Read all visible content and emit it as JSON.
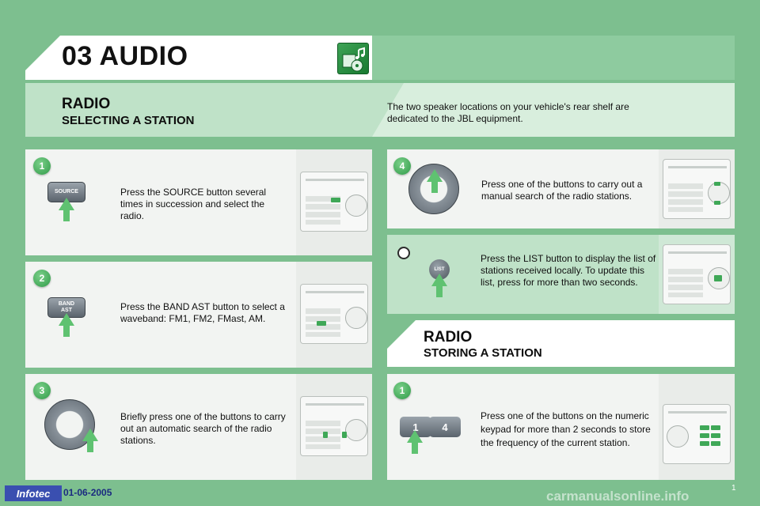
{
  "header": {
    "title": "03 AUDIO",
    "icon": "music-icon"
  },
  "section_selecting": {
    "heading": "RADIO",
    "subheading": "SELECTING A STATION",
    "note": "The two speaker locations on your vehicle's rear shelf are dedicated to the JBL equipment."
  },
  "steps_left": [
    {
      "number": "1",
      "button_label": "SOURCE",
      "text": "Press the SOURCE button several times in succession and select the radio."
    },
    {
      "number": "2",
      "button_label_line1": "BAND",
      "button_label_line2": "AST",
      "text": "Press the BAND AST button to select a waveband: FM1, FM2, FMast, AM."
    },
    {
      "number": "3",
      "text": "Briefly press one of the buttons to carry out an automatic search of the radio stations."
    }
  ],
  "steps_right": [
    {
      "number": "4",
      "text": "Press one of the buttons to carry out a manual search of the radio stations."
    },
    {
      "tip_icon": "lightbulb-icon",
      "button_label": "LIST",
      "text": "Press the LIST button to display the list of stations received locally. To update this list, press for more than two seconds."
    }
  ],
  "section_storing": {
    "heading": "RADIO",
    "subheading": "STORING A STATION",
    "step": {
      "number": "1",
      "button_1": "1",
      "button_2": "4",
      "text": "Press one of the buttons on the numeric keypad for more than 2 seconds to store the frequency of the current station."
    }
  },
  "footer": {
    "logo": "Infotec",
    "date": "01-06-2005",
    "page": "1",
    "watermark": "carmanualsonline.info"
  },
  "colors": {
    "background": "#7dbf8f",
    "panel": "#f2f4f2",
    "accent_green": "#3fa857",
    "band": "#bfe2c8"
  }
}
